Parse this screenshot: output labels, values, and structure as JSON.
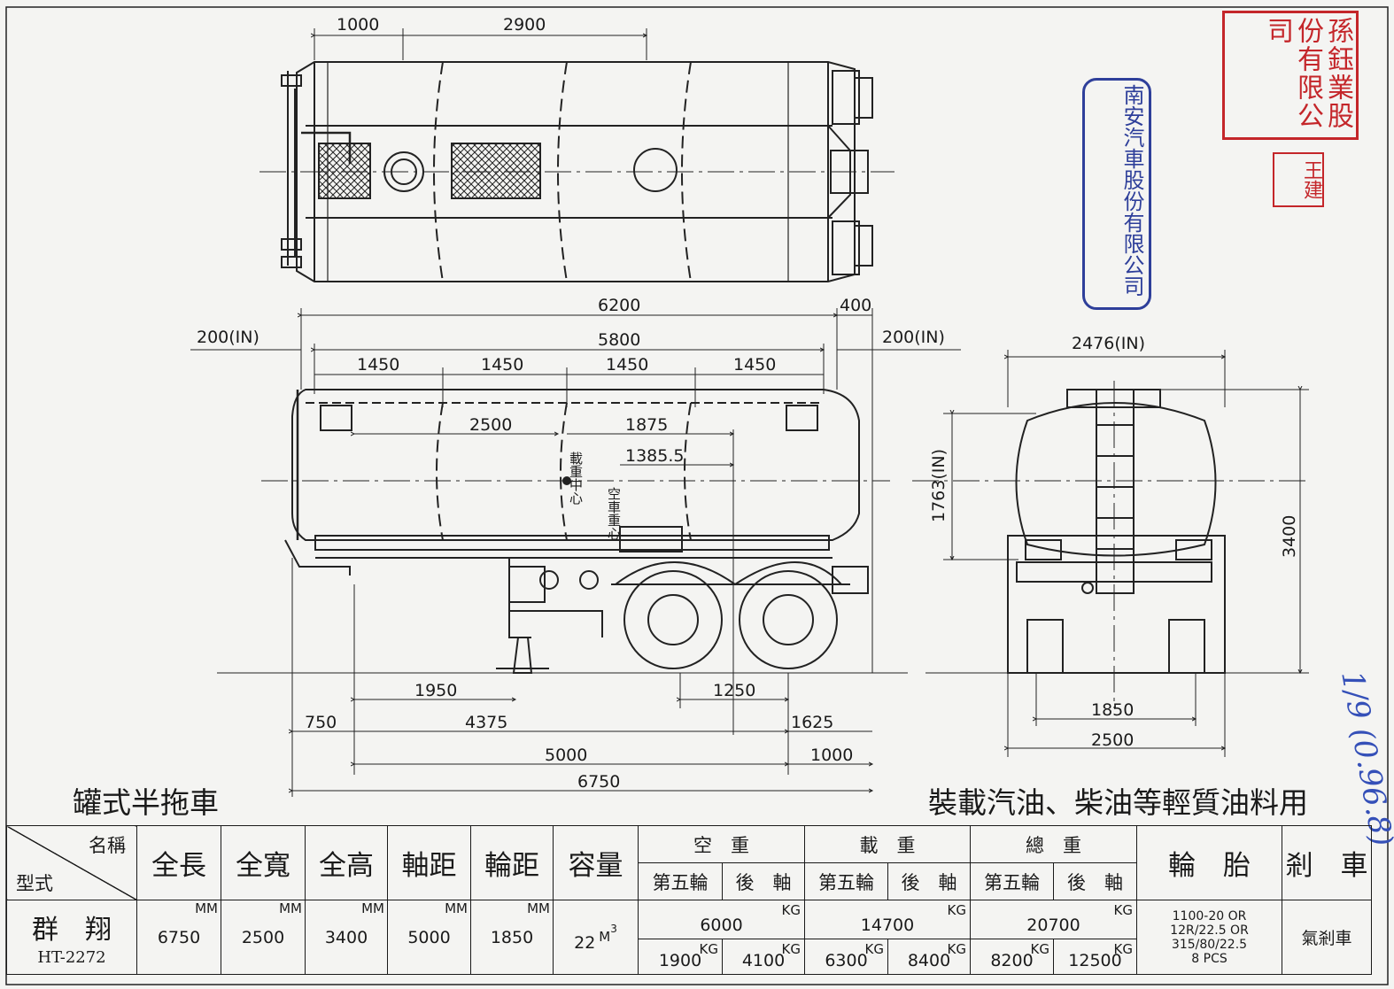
{
  "dimensions": {
    "top_1000": "1000",
    "top_2900": "2900",
    "d6200": "6200",
    "d400": "400",
    "d200_left": "200(IN)",
    "d5800": "5800",
    "d200_right": "200(IN)",
    "d1450_a": "1450",
    "d1450_b": "1450",
    "d1450_c": "1450",
    "d1450_d": "1450",
    "d2500_top": "2500",
    "d1875": "1875",
    "d1385": "1385.5",
    "load_center_label": "載重中心",
    "empty_center_label": "空車重心",
    "d1950": "1950",
    "d1250": "1250",
    "d750": "750",
    "d4375": "4375",
    "d1625": "1625",
    "d5000": "5000",
    "d1000_bottom": "1000",
    "d6750": "6750",
    "end_2476": "2476(IN)",
    "end_1763": "1763(IN)",
    "end_3400": "3400",
    "end_1850": "1850",
    "end_2500": "2500"
  },
  "captions": {
    "left": "罐式半拖車",
    "right": "裝載汽油、柴油等輕質油料用"
  },
  "stamps": {
    "stamp_red": "孫鈺業股份有限公司",
    "stamp_blue": "南安汽車股份有限公司",
    "stamp_small": "王建"
  },
  "handwriting": "1/9 (0.96.8)",
  "table": {
    "corner_top": "名稱",
    "corner_bottom": "型式",
    "headers": {
      "length": "全長",
      "width": "全寬",
      "height": "全高",
      "wheelbase": "軸距",
      "track": "輪距",
      "capacity": "容量",
      "empty_weight": "空　重",
      "load_weight": "載　重",
      "gross_weight": "總　重",
      "fifth_wheel": "第五輪",
      "rear_axle": "後　軸",
      "tire": "輪　胎",
      "brake": "剎　車"
    },
    "model_name": "群　翔",
    "model_code": "HT-2272",
    "units": {
      "mm": "MM",
      "kg": "KG",
      "m3": "M",
      "m3_sup": "3"
    },
    "values": {
      "length": "6750",
      "width": "2500",
      "height": "3400",
      "wheelbase": "5000",
      "track": "1850",
      "capacity": "22",
      "empty_total": "6000",
      "load_total": "14700",
      "gross_total": "20700",
      "empty_fifth": "1900",
      "empty_rear": "4100",
      "load_fifth": "6300",
      "load_rear": "8400",
      "gross_fifth": "8200",
      "gross_rear": "12500",
      "tire_1": "1100-20 OR",
      "tire_2": "12R/22.5 OR",
      "tire_3": "315/80/22.5",
      "tire_4": "8 PCS",
      "brake": "氣剎車"
    }
  }
}
